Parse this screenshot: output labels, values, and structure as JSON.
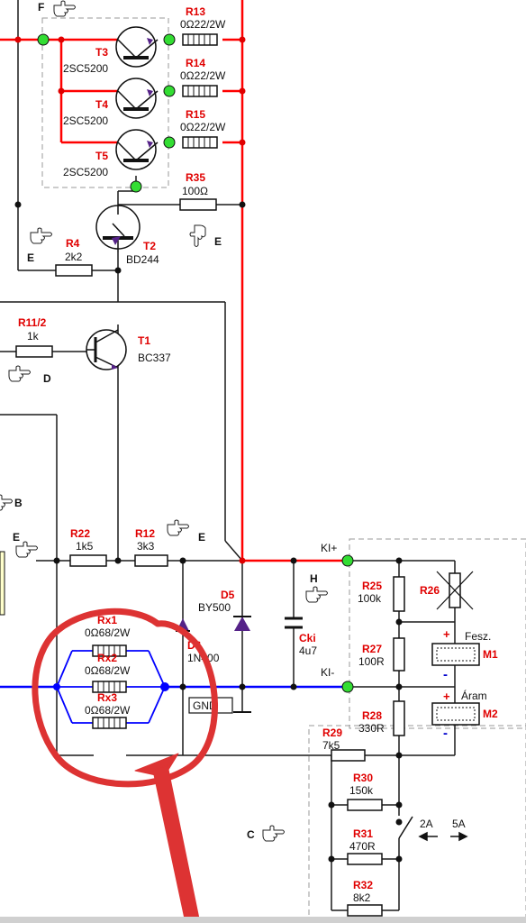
{
  "diagram": {
    "colors": {
      "wire": "#1a1a1a",
      "thin_wire": "#6a6a6a",
      "positive_rail": "#ff0000",
      "negative_rail": "#0000ff",
      "node_green": "#33dd33",
      "node_red": "#e00000",
      "node_blue": "#0000ff",
      "label_red": "#e00000",
      "annotation": "#dd3333",
      "box": "#888888"
    },
    "transistors": {
      "t3": {
        "ref": "T3",
        "part": "2SC5200"
      },
      "t4": {
        "ref": "T4",
        "part": "2SC5200"
      },
      "t5": {
        "ref": "T5",
        "part": "2SC5200"
      },
      "t2": {
        "ref": "T2",
        "part": "BD244"
      },
      "t1": {
        "ref": "T1",
        "part": "BC337"
      }
    },
    "resistors": {
      "r13": {
        "ref": "R13",
        "value": "0Ω22/2W"
      },
      "r14": {
        "ref": "R14",
        "value": "0Ω22/2W"
      },
      "r15": {
        "ref": "R15",
        "value": "0Ω22/2W"
      },
      "r35": {
        "ref": "R35",
        "value": "100Ω"
      },
      "r4": {
        "ref": "R4",
        "value": "2k2"
      },
      "r112": {
        "ref": "R11/2",
        "value": "1k"
      },
      "r22": {
        "ref": "R22",
        "value": "1k5"
      },
      "r12": {
        "ref": "R12",
        "value": "3k3"
      },
      "rx1": {
        "ref": "Rx1",
        "value": "0Ω68/2W"
      },
      "rx2": {
        "ref": "Rx2",
        "value": "0Ω68/2W"
      },
      "rx3": {
        "ref": "Rx3",
        "value": "0Ω68/2W"
      },
      "r25": {
        "ref": "R25",
        "value": "100k"
      },
      "r26": {
        "ref": "R26",
        "value": ""
      },
      "r27": {
        "ref": "R27",
        "value": "100R"
      },
      "r28": {
        "ref": "R28",
        "value": "330R"
      },
      "r29": {
        "ref": "R29",
        "value": "7k5"
      },
      "r30": {
        "ref": "R30",
        "value": "150k"
      },
      "r31": {
        "ref": "R31",
        "value": "470R"
      },
      "r32": {
        "ref": "R32",
        "value": "8k2"
      }
    },
    "diodes": {
      "d5": {
        "ref": "D5",
        "part": "BY500"
      },
      "d6": {
        "ref": "D6",
        "part": "1N400"
      }
    },
    "capacitor": {
      "ref": "Cki",
      "value": "4u7"
    },
    "terminals": {
      "ki_plus": "KI+",
      "ki_minus": "KI-",
      "gnd": "GND"
    },
    "meters": {
      "m1": {
        "ref": "M1",
        "name": "Fesz.",
        "plus": "+",
        "minus": "-"
      },
      "m2": {
        "ref": "M2",
        "name": "Áram",
        "plus": "+",
        "minus": "-"
      }
    },
    "switch": {
      "a": "2A",
      "b": "5A"
    },
    "hand_labels": {
      "f": "F",
      "e1": "E",
      "e2": "E",
      "e3": "E",
      "e4": "E",
      "d": "D",
      "b": "B",
      "h": "H",
      "c": "C"
    }
  }
}
